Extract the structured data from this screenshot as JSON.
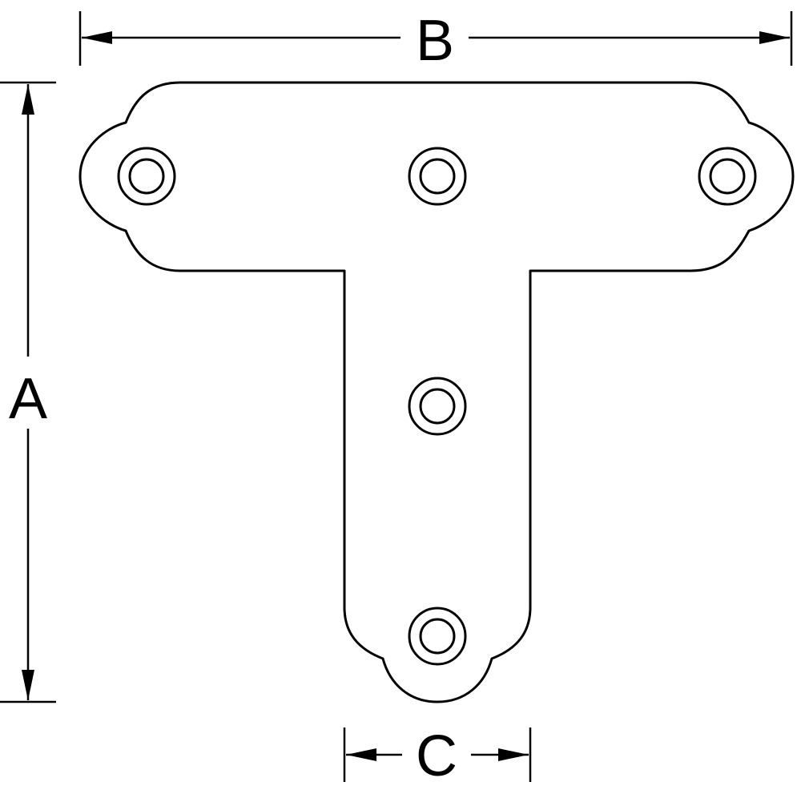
{
  "dimensions": {
    "width_label": "B",
    "height_label": "A",
    "stem_label": "C"
  }
}
